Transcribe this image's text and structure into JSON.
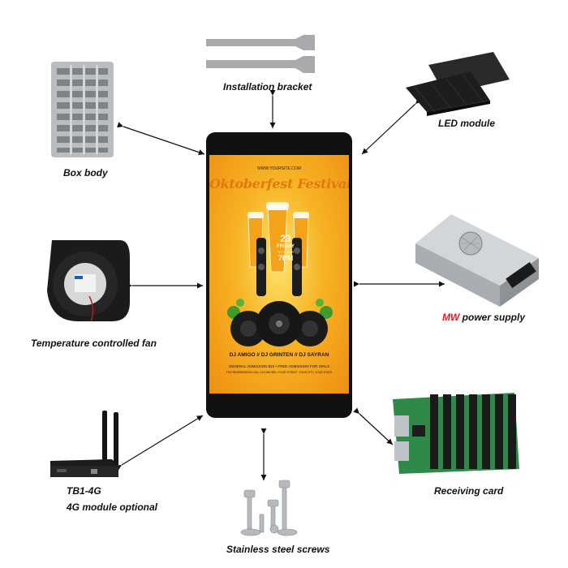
{
  "labels": {
    "bracket": "Installation bracket",
    "led_module": "LED module",
    "box_body": "Box body",
    "power_supply_brand": "MW",
    "power_supply": " power supply",
    "fan": "Temperature controlled fan",
    "controller_model": "TB1-4G",
    "controller_desc": "4G module optional",
    "receiving_card": "Receiving card",
    "screws": "Stainless steel screws"
  },
  "poster": {
    "website": "WWW.YOURSITE.COM",
    "title": "Oktoberfest Festival",
    "day_number": "23",
    "day_name": "FRIDAY",
    "month": "OCTOBER",
    "time": "7PM",
    "djs": "DJ AMIGO // DJ GRINTEN // DJ SAYRAN",
    "admission": "GENERAL ADMISSION $10 • FREE ADMISSION FOR GIRLS",
    "reservation": "FOR RESERVATION CALL 123 456 890 • YOUR STREET, YOUR CITY, YOUR STATE"
  },
  "colors": {
    "poster_bg": "#f5a417",
    "poster_glow": "#fde36a",
    "title": "#e07a10",
    "cabinet": "#111111",
    "arrow": "#111111",
    "brand_red": "#d42020"
  },
  "icons": [
    "installation-bracket-image",
    "led-module-image",
    "box-body-image",
    "power-supply-image",
    "fan-image",
    "controller-image",
    "receiving-card-image",
    "screws-image",
    "display-cabinet-image"
  ]
}
